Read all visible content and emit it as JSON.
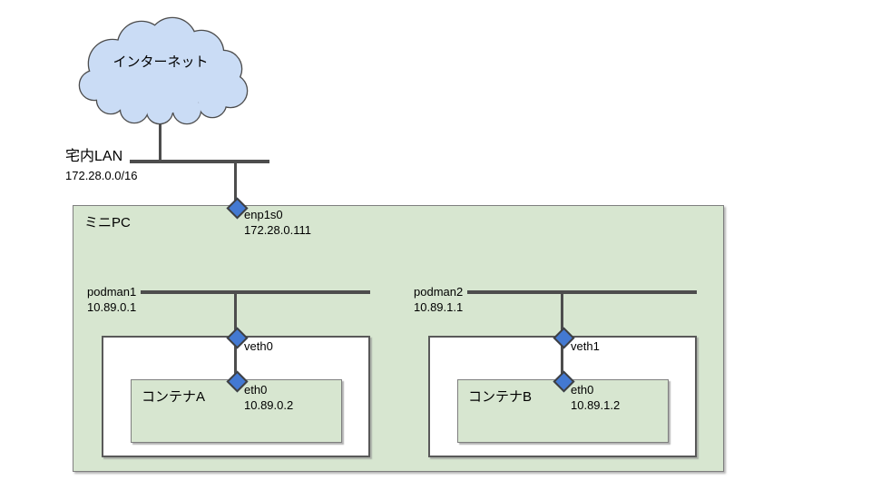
{
  "colors": {
    "cloud_fill": "#cadcf5",
    "green_fill": "#d7e6d0",
    "white_fill": "#ffffff",
    "diamond_fill": "#4379d2",
    "line_gray": "#4d4d4d",
    "border_dark": "#595959",
    "border_mid": "#7f7f7f",
    "text_black": "#000000"
  },
  "internet": {
    "label": "インターネット"
  },
  "lan": {
    "label": "宅内LAN",
    "subnet": "172.28.0.0/16"
  },
  "host": {
    "label": "ミニPC",
    "uplink": {
      "name": "enp1s0",
      "ip": "172.28.0.111"
    },
    "bridges": [
      {
        "name": "podman1",
        "ip": "10.89.0.1"
      },
      {
        "name": "podman2",
        "ip": "10.89.1.1"
      }
    ],
    "pods": [
      {
        "veth": "veth0",
        "container": "コンテナA",
        "nic": "eth0",
        "ip": "10.89.0.2"
      },
      {
        "veth": "veth1",
        "container": "コンテナB",
        "nic": "eth0",
        "ip": "10.89.1.2"
      }
    ]
  }
}
